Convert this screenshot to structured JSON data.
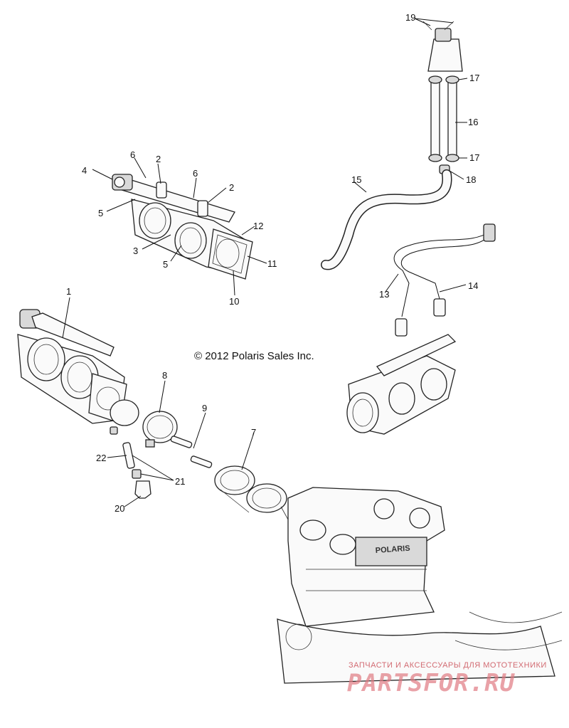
{
  "copyright": "© 2012 Polaris Sales Inc.",
  "watermark": {
    "tagline": "ЗАПЧАСТИ И АКСЕССУАРЫ ДЛЯ МОТОТЕХНИКИ",
    "brand": "PARTSFOR.RU",
    "color": "#e07a82"
  },
  "callouts": {
    "c1": "1",
    "c2a": "2",
    "c2b": "2",
    "c3": "3",
    "c4": "4",
    "c5a": "5",
    "c5b": "5",
    "c6a": "6",
    "c6b": "6",
    "c7": "7",
    "c8": "8",
    "c9": "9",
    "c10": "10",
    "c11": "11",
    "c12": "12",
    "c13": "13",
    "c14": "14",
    "c15": "15",
    "c16": "16",
    "c17a": "17",
    "c17b": "17",
    "c18": "18",
    "c19": "19",
    "c20": "20",
    "c21": "21",
    "c22": "22"
  },
  "engine_logo": "POLARIS"
}
